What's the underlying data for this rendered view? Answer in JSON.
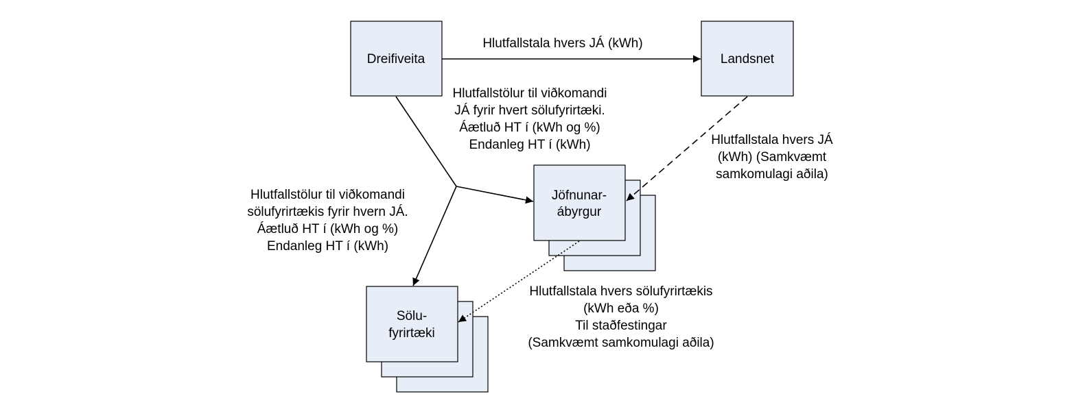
{
  "nodes": {
    "dreifiveita": {
      "label": "Dreifiveita"
    },
    "landsnet": {
      "label": "Landsnet"
    },
    "jofnunar": {
      "lines": [
        "Jöfnunar-",
        "ábyrgur"
      ]
    },
    "solu": {
      "lines": [
        "Sölu-",
        "fyrirtæki"
      ]
    }
  },
  "edges": {
    "dreifi_landsnet": {
      "lines": [
        "Hlutfallstala hvers JÁ (kWh)"
      ]
    },
    "dreifi_jofnunar": {
      "lines": [
        "Hlutfallstölur til viðkomandi",
        "JÁ fyrir hvert sölufyrirtæki.",
        "Áætluð HT í (kWh og %)",
        "Endanleg HT í (kWh)"
      ]
    },
    "dreifi_solu": {
      "lines": [
        "Hlutfallstölur til viðkomandi",
        "sölufyrirtækis fyrir hvern JÁ.",
        "Áætluð HT  í (kWh og %)",
        "Endanleg HT í  (kWh)"
      ]
    },
    "landsnet_jofnunar": {
      "lines": [
        "Hlutfallstala hvers JÁ",
        "(kWh) (Samkvæmt",
        "samkomulagi aðila)"
      ]
    },
    "jofnunar_solu": {
      "lines": [
        "Hlutfallstala hvers sölufyrirtækis",
        "(kWh eða %)",
        "Til staðfestingar",
        "(Samkvæmt samkomulagi aðila)"
      ]
    }
  },
  "colors": {
    "box_fill": "#e8eef7",
    "stroke": "#000000"
  }
}
